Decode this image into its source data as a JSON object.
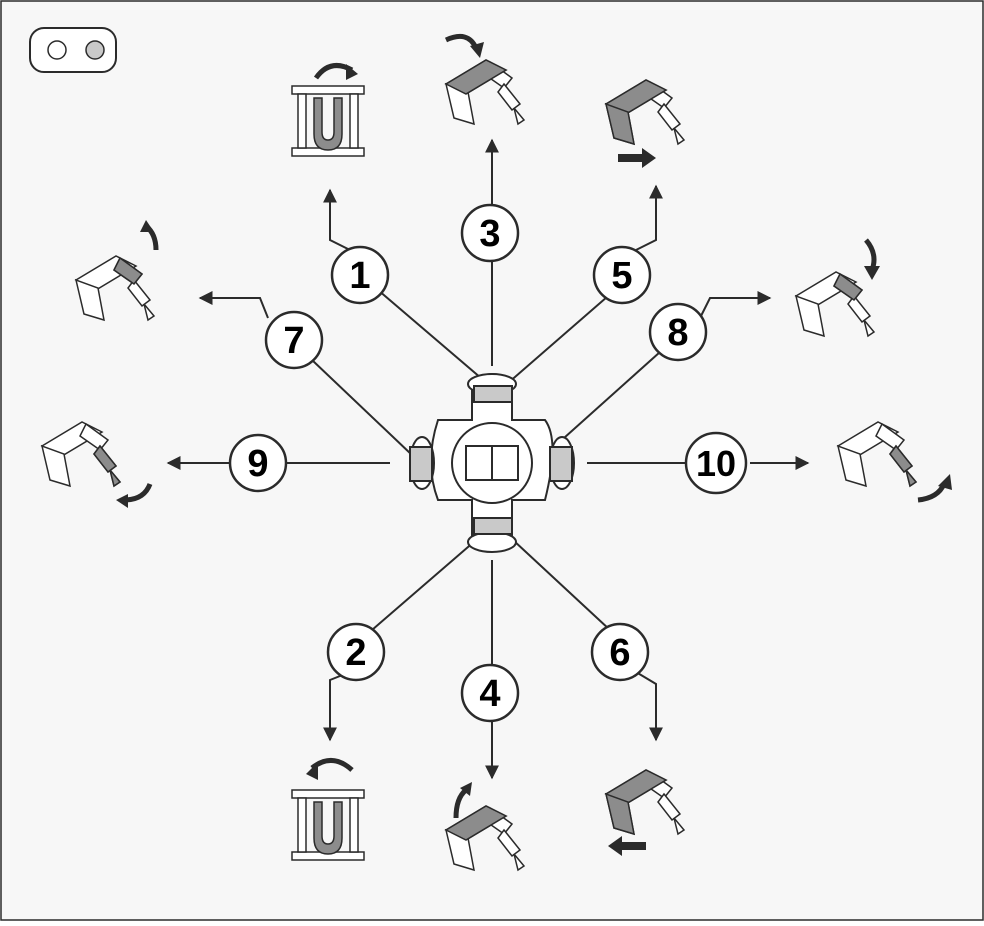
{
  "colors": {
    "background": "#f7f7f7",
    "line": "#2b2b2b",
    "shaded": "#8c8c8c",
    "light_shaded": "#c9c9c9",
    "white": "#ffffff"
  },
  "indicator": {
    "left": "off",
    "right": "on"
  },
  "callouts": [
    {
      "id": "1",
      "label": "1",
      "motion": "bucket-tilt-clockwise"
    },
    {
      "id": "2",
      "label": "2",
      "motion": "bucket-tilt-counterclockwise"
    },
    {
      "id": "3",
      "label": "3",
      "motion": "boom-lower"
    },
    {
      "id": "4",
      "label": "4",
      "motion": "boom-raise"
    },
    {
      "id": "5",
      "label": "5",
      "motion": "boom-slide-right"
    },
    {
      "id": "6",
      "label": "6",
      "motion": "boom-slide-left"
    },
    {
      "id": "7",
      "label": "7",
      "motion": "dipper-out"
    },
    {
      "id": "8",
      "label": "8",
      "motion": "dipper-in"
    },
    {
      "id": "9",
      "label": "9",
      "motion": "bucket-crowd"
    },
    {
      "id": "10",
      "label": "10",
      "motion": "bucket-dump"
    }
  ]
}
